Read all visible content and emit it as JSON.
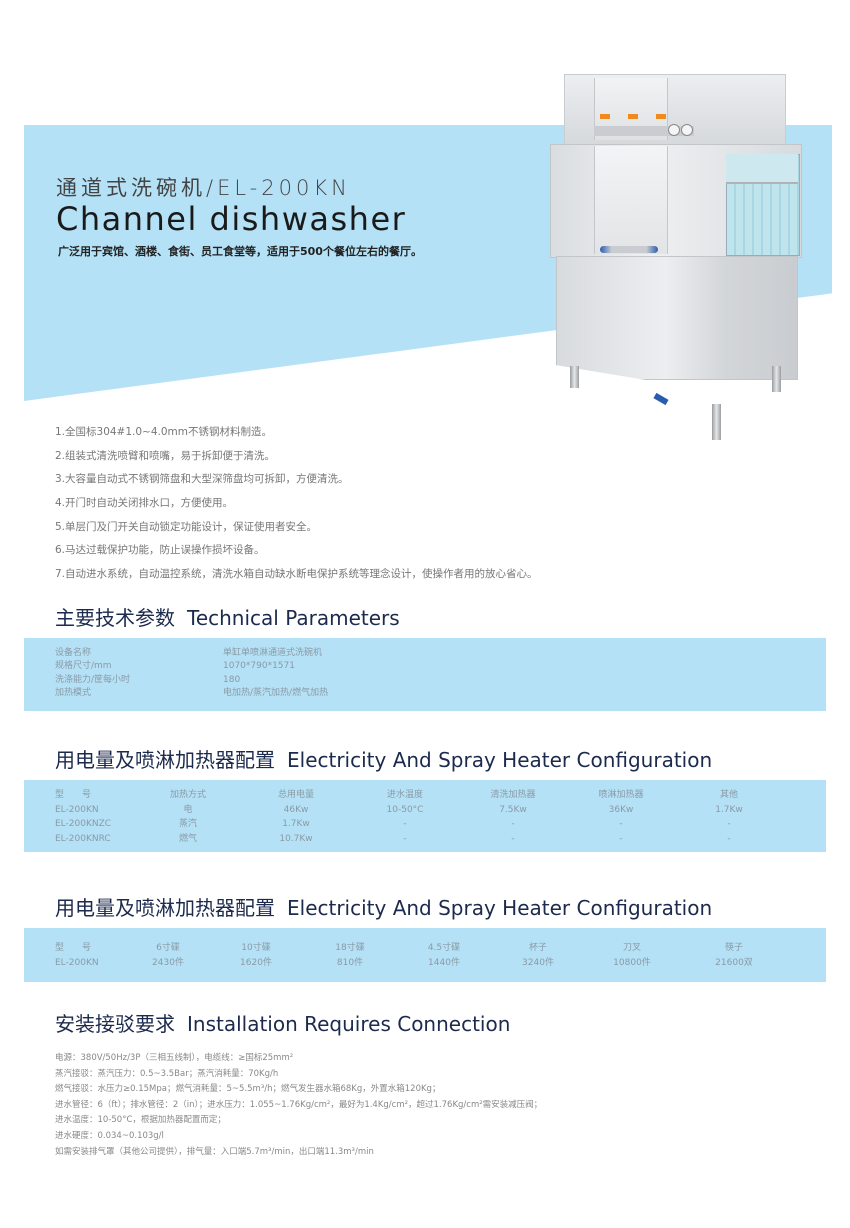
{
  "hero": {
    "title_cn": "通道式洗碗机/EL-200KN",
    "title_en": "Channel dishwasher",
    "subtitle": "广泛用于宾馆、酒楼、食街、员工食堂等，适用于500个餐位左右的餐厅。",
    "background_color": "#b4e1f6",
    "image": "channel-dishwasher-product-photo"
  },
  "features": [
    "1.全国标304#1.0~4.0mm不锈钢材料制造。",
    "2.组装式清洗喷臂和喷嘴，易于拆卸便于清洗。",
    "3.大容量自动式不锈钢筛盘和大型深筛盘均可拆卸，方便清洗。",
    "4.开门时自动关闭排水口，方便使用。",
    "5.单层门及门开关自动锁定功能设计，保证使用者安全。",
    "6.马达过载保护功能，防止误操作损坏设备。",
    "7.自动进水系统，自动温控系统，清洗水箱自动缺水断电保护系统等理念设计，使操作者用的放心省心。"
  ],
  "tech_params": {
    "title_cn": "主要技术参数",
    "title_en": "Technical Parameters",
    "rows": [
      {
        "key": "设备名称",
        "value": "单缸单喷淋通道式洗碗机"
      },
      {
        "key": "规格尺寸/mm",
        "value": "1070*790*1571"
      },
      {
        "key": "洗涤能力/筐每小时",
        "value": "180"
      },
      {
        "key": "加热模式",
        "value": "电加热/蒸汽加热/燃气加热"
      }
    ]
  },
  "electricity": {
    "title_cn": "用电量及喷淋加热器配置",
    "title_en": "Electricity And Spray Heater Configuration",
    "headers": [
      "型　　号",
      "加热方式",
      "总用电量",
      "进水温度",
      "清洗加热器",
      "喷淋加热器",
      "其他"
    ],
    "rows": [
      [
        "EL-200KN",
        "电",
        "46Kw",
        "10-50°C",
        "7.5Kw",
        "36Kw",
        "1.7Kw"
      ],
      [
        "EL-200KNZC",
        "蒸汽",
        "1.7Kw",
        "-",
        "-",
        "-",
        "-"
      ],
      [
        "EL-200KNRC",
        "燃气",
        "10.7Kw",
        "-",
        "-",
        "-",
        "-"
      ]
    ]
  },
  "capacity": {
    "title_cn": "用电量及喷淋加热器配置",
    "title_en": "Electricity And Spray Heater Configuration",
    "headers": [
      "型　　号",
      "6寸碟",
      "10寸碟",
      "18寸碟",
      "4.5寸碟",
      "杯子",
      "刀叉",
      "筷子"
    ],
    "rows": [
      [
        "EL-200KN",
        "2430件",
        "1620件",
        "810件",
        "1440件",
        "3240件",
        "10800件",
        "21600双"
      ]
    ]
  },
  "installation": {
    "title_cn": "安装接驳要求",
    "title_en": "Installation Requires Connection",
    "lines": [
      "电源：380V/50Hz/3P（三相五线制），电缆线：≥国标25mm²",
      "蒸汽接驳：蒸汽压力：0.5~3.5Bar；蒸汽消耗量：70Kg/h",
      "燃气接驳：水压力≥0.15Mpa；燃气消耗量：5~5.5m³/h；燃气发生器水箱68Kg，外置水箱120Kg；",
      "进水管径：6（ft）；排水管径：2（in）；进水压力：1.055~1.76Kg/cm²，最好为1.4Kg/cm²，超过1.76Kg/cm²需安装减压阀；",
      "进水温度：10-50°C，根据加热器配置而定；",
      "进水硬度：0.034~0.103g/l",
      "如需安装排气罩（其他公司提供），排气量：入口端5.7m³/min，出口端11.3m³/min"
    ]
  }
}
